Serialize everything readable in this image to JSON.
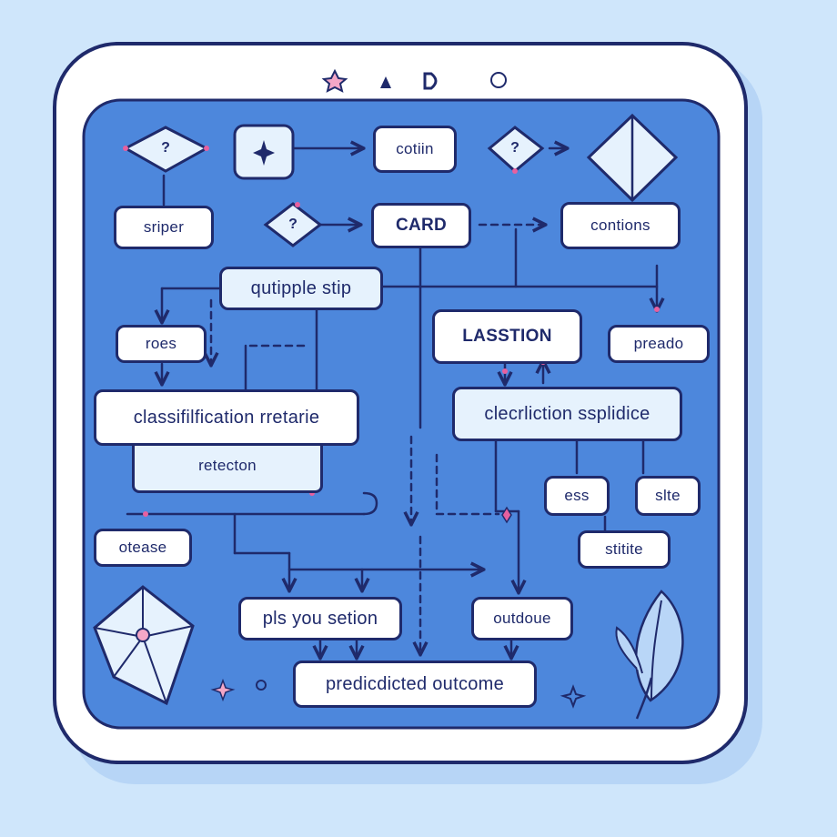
{
  "colors": {
    "page_background": "#cfe6fb",
    "panel_fill": "#4d87dc",
    "stroke": "#1f2a6b",
    "node_fill": "#ffffff",
    "node_fill_light": "#e6f2fd",
    "accent_pink": "#e7609f"
  },
  "window": {
    "title_icons": [
      "star-icon",
      "triangle-icon",
      "d-shape-icon",
      "circle-icon"
    ]
  },
  "decisions": {
    "top_left": "?",
    "middle": "?",
    "top_right": "?"
  },
  "nodes": {
    "cotiin": "cotiin",
    "sriper": "sriper",
    "card": "CARD",
    "contions": "contions",
    "qutipple_stip": "qutipple stip",
    "roes": "roes",
    "lasstion": "LASSTION",
    "preado": "preado",
    "classifilfication": "classifilfication rretarie",
    "clecrliction": "clecrliction ssplidice",
    "retecton": "retecton",
    "ess": "ess",
    "slte": "slte",
    "otease": "otease",
    "stitite": "stitite",
    "pls_you_setion": "pls you setion",
    "outdoue": "outdoue",
    "predicted_outcome": "predicdicted outcome"
  }
}
